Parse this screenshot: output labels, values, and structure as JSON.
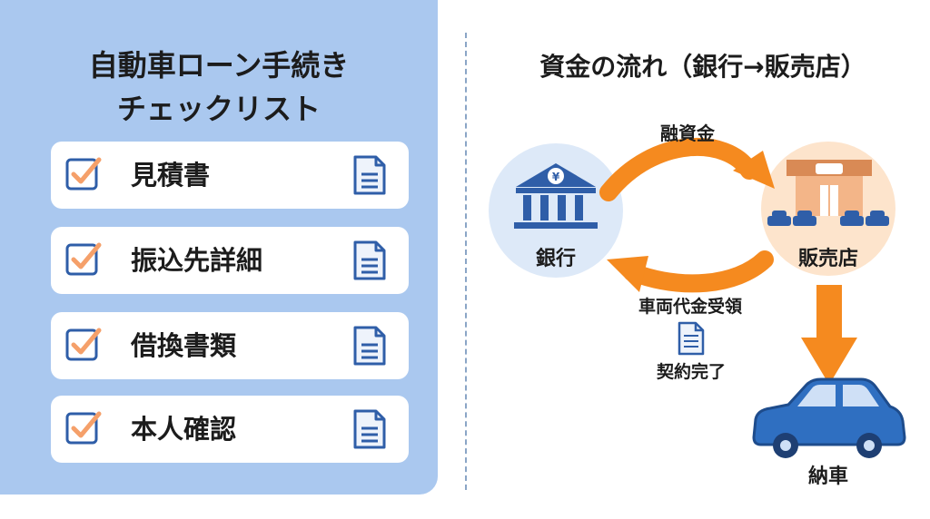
{
  "checklist": {
    "title_line1": "自動車ローン手続き",
    "title_line2": "チェックリスト",
    "items": [
      {
        "label": "見積書",
        "checked": true
      },
      {
        "label": "振込先詳細",
        "checked": true
      },
      {
        "label": "借換書類",
        "checked": true
      },
      {
        "label": "本人確認",
        "checked": true
      }
    ],
    "check_icon": "checkbox-checked-icon",
    "doc_icon": "document-icon"
  },
  "flow": {
    "title": "資金の流れ（銀行→販売店）",
    "bank_label": "銀行",
    "dealer_label": "販売店",
    "delivery_label": "納車",
    "arrow_top_label": "融資金",
    "arrow_bottom_label": "車両代金受領",
    "doc_label": "契約完了"
  },
  "colors": {
    "panel": "#aac8ef",
    "accent_orange": "#f58a1f",
    "icon_blue": "#2f5ea8",
    "bank_circle": "#dde9f8",
    "dealer_circle": "#fde4cc"
  }
}
